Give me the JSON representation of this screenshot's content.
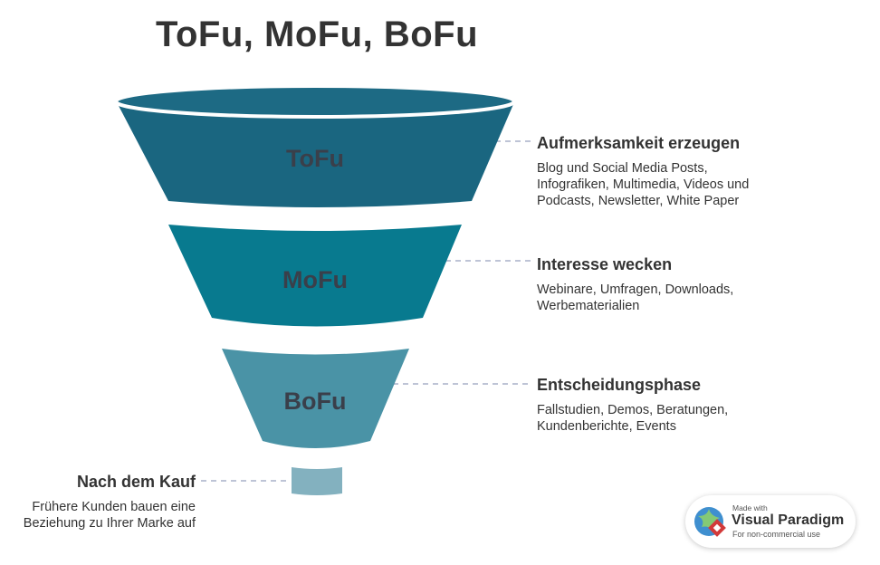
{
  "title": "ToFu, MoFu, BoFu",
  "colors": {
    "tofu": "#1a6680",
    "mofu": "#087a8f",
    "bofu": "#4a93a6",
    "after": "#83b1bf",
    "connector": "#a8b0c8"
  },
  "stages": [
    {
      "label": "ToFu",
      "heading": "Aufmerksamkeit erzeugen",
      "description": "Blog und Social Media Posts, Infografiken, Multimedia, Videos und Podcasts, Newsletter, White Paper"
    },
    {
      "label": "MoFu",
      "heading": "Interesse wecken",
      "description": "Webinare, Umfragen, Downloads, Werbematerialien"
    },
    {
      "label": "BoFu",
      "heading": "Entscheidungsphase",
      "description": "Fallstudien, Demos, Beratungen, Kundenberichte, Events"
    }
  ],
  "after_purchase": {
    "heading": "Nach dem Kauf",
    "description": "Frühere Kunden bauen eine Beziehung zu Ihrer Marke auf"
  },
  "badge": {
    "made_with": "Made with",
    "brand": "Visual Paradigm",
    "sub": "For non-commercial use",
    "logo_icon": "visual-paradigm-logo-icon"
  }
}
